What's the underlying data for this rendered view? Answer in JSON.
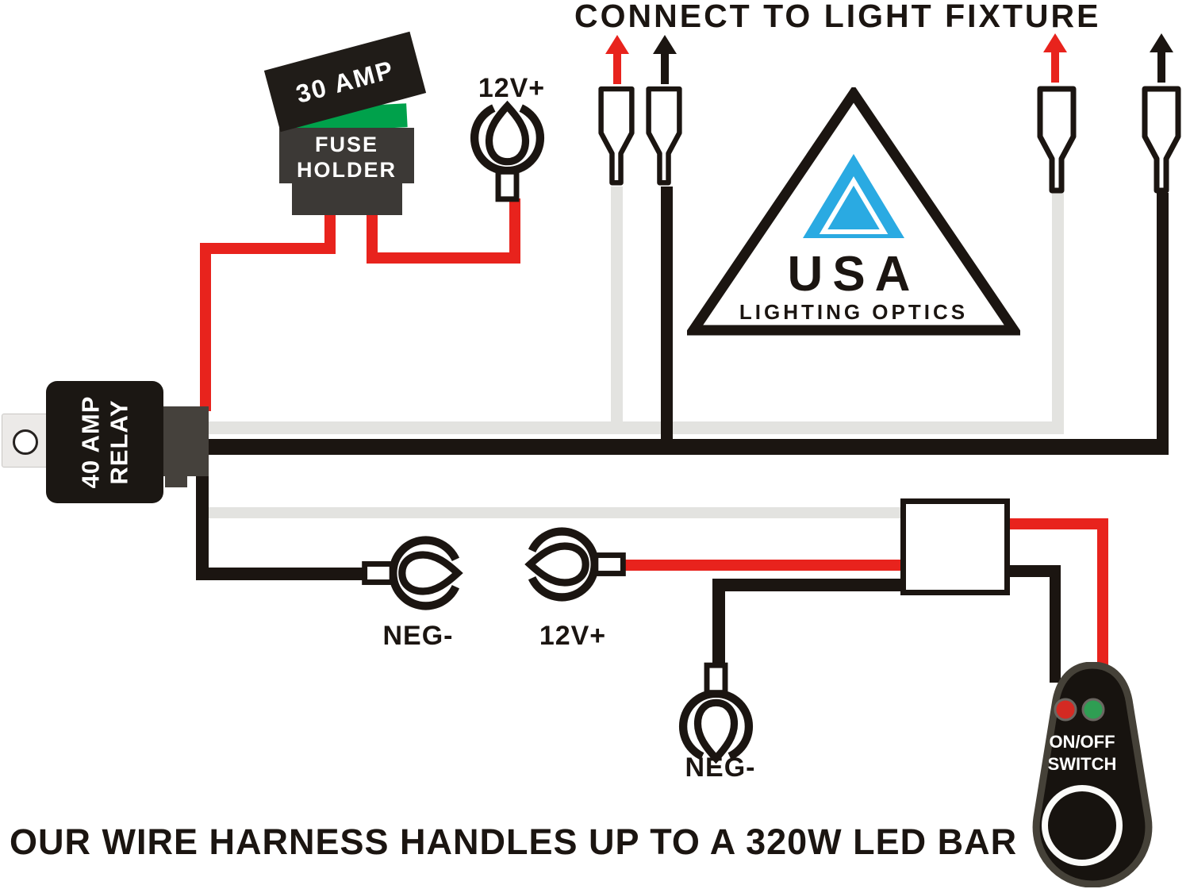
{
  "title": "CONNECT TO LIGHT FIXTURE",
  "caption": "OUR WIRE HARNESS HANDLES UP TO A 320W LED BAR",
  "fuse": {
    "rating": "30 AMP",
    "holder": [
      "FUSE",
      "HOLDER"
    ]
  },
  "relay": {
    "label": [
      "40 AMP",
      "RELAY"
    ]
  },
  "terminals": {
    "battery_positive_top": "12V+",
    "ground_mid": "NEG-",
    "power_mid": "12V+",
    "ground_bottom": "NEG-"
  },
  "switch": {
    "label": [
      "ON/OFF",
      "SWITCH"
    ]
  },
  "logo": {
    "name": "USA",
    "subtitle": "LIGHTING OPTICS"
  },
  "colors": {
    "wire_red": "#e8231d",
    "wire_black": "#1b1511",
    "wire_gray": "#e3e3e0",
    "fuse_green": "#00a14b",
    "logo_blue": "#2aaae2",
    "component_dark_gray": "#3c3936",
    "led_red": "#d42a23",
    "led_green": "#2f9e53",
    "switch_body": "#17130f"
  }
}
